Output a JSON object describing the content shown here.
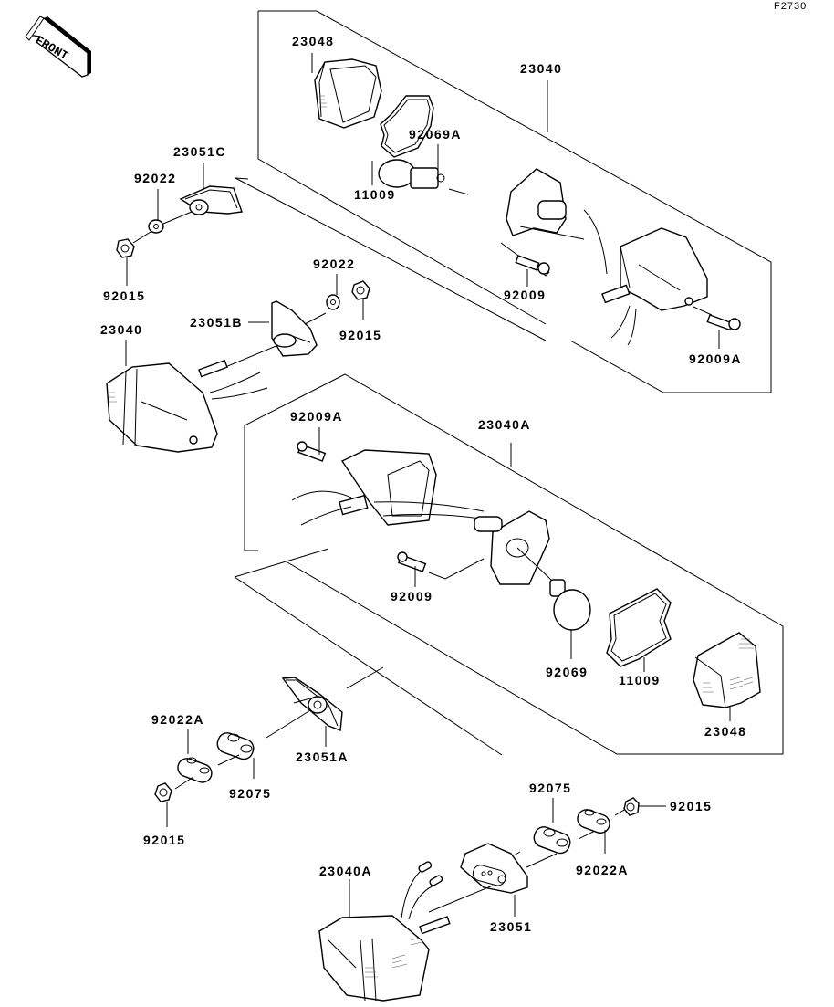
{
  "diagram": {
    "figure_code": "F2730",
    "direction_indicator": "FRONT",
    "groups": [
      {
        "id": "upper-assembly",
        "assembly_label": "23040",
        "parts": [
          "23048",
          "11009",
          "92069A",
          "92009",
          "92009A"
        ]
      },
      {
        "id": "middle-assembly",
        "assembly_label": "23040A",
        "parts": [
          "92009A",
          "92009",
          "92069",
          "11009",
          "23048"
        ]
      }
    ],
    "labels": {
      "l_23048_top": "23048",
      "l_23040_top": "23040",
      "l_11009_top": "11009",
      "l_92069A": "92069A",
      "l_92009_top": "92009",
      "l_92009A_top": "92009A",
      "l_23051C": "23051C",
      "l_92022_left": "92022",
      "l_92015_left": "92015",
      "l_92022_mid": "92022",
      "l_23051B": "23051B",
      "l_92015_mid": "92015",
      "l_23040_left": "23040",
      "l_92009A_mid": "92009A",
      "l_23040A_mid": "23040A",
      "l_92009_mid": "92009",
      "l_92069": "92069",
      "l_11009_mid": "11009",
      "l_23048_mid": "23048",
      "l_92022A_left": "92022A",
      "l_92075_left": "92075",
      "l_23051A": "23051A",
      "l_92015_low": "92015",
      "l_92075_right": "92075",
      "l_92015_right": "92015",
      "l_92022A_right": "92022A",
      "l_23040A_low": "23040A",
      "l_23051": "23051"
    }
  }
}
